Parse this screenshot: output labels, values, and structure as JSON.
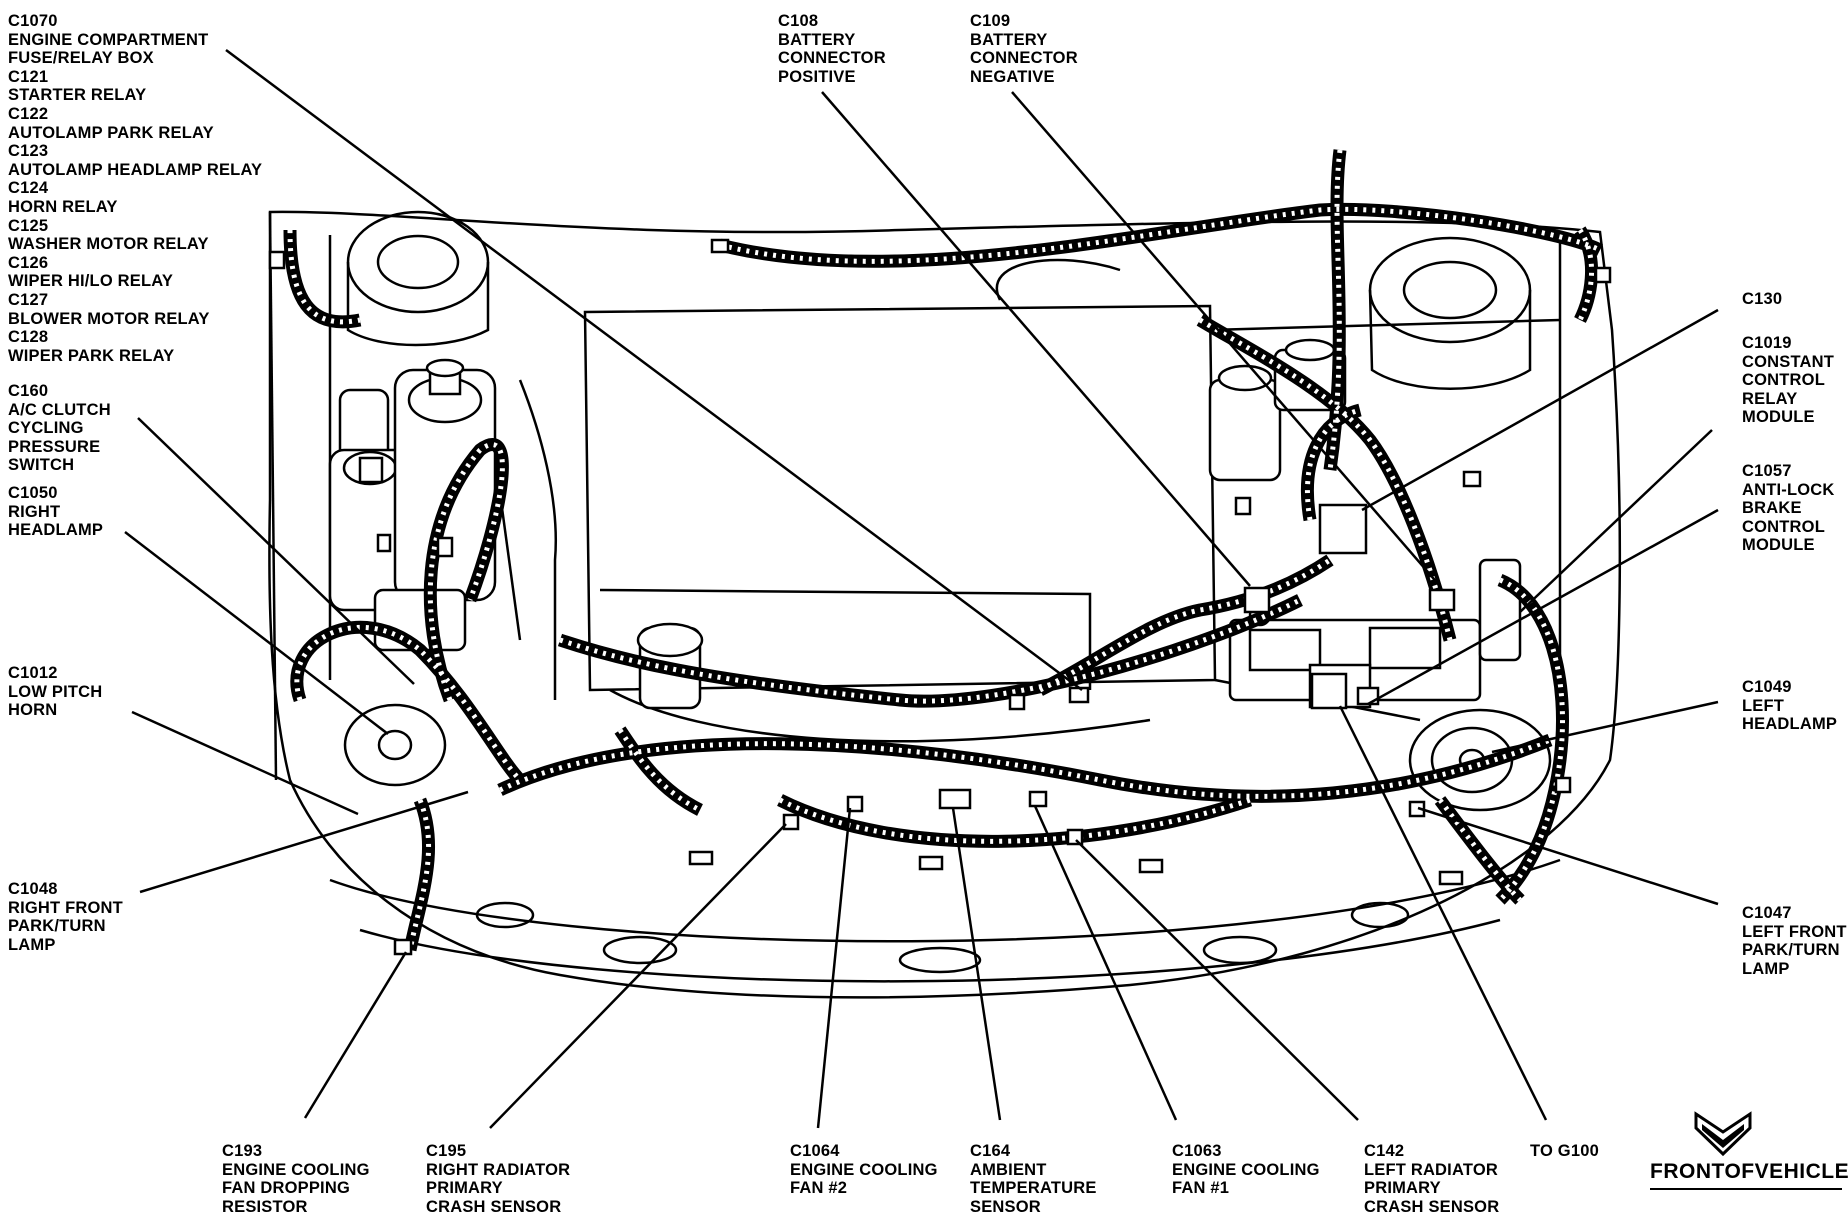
{
  "callouts": [
    {
      "id": "c1070",
      "lines": [
        "C1070",
        "ENGINE COMPARTMENT",
        "FUSE/RELAY BOX",
        "C121",
        "STARTER RELAY",
        "C122",
        "AUTOLAMP PARK RELAY",
        "C123",
        "AUTOLAMP HEADLAMP RELAY",
        "C124",
        "HORN RELAY",
        "C125",
        "WASHER MOTOR RELAY",
        "C126",
        "WIPER HI/LO RELAY",
        "C127",
        "BLOWER MOTOR RELAY",
        "C128",
        "WIPER PARK RELAY"
      ]
    },
    {
      "id": "c160",
      "lines": [
        "C160",
        "A/C CLUTCH",
        "CYCLING",
        "PRESSURE",
        "SWITCH"
      ]
    },
    {
      "id": "c1050",
      "lines": [
        "C1050",
        "RIGHT",
        "HEADLAMP"
      ]
    },
    {
      "id": "c1012",
      "lines": [
        "C1012",
        "LOW PITCH",
        "HORN"
      ]
    },
    {
      "id": "c1048",
      "lines": [
        "C1048",
        "RIGHT FRONT",
        "PARK/TURN",
        "LAMP"
      ]
    },
    {
      "id": "c108",
      "lines": [
        "C108",
        "BATTERY",
        "CONNECTOR",
        "POSITIVE"
      ]
    },
    {
      "id": "c109",
      "lines": [
        "C109",
        "BATTERY",
        "CONNECTOR",
        "NEGATIVE"
      ]
    },
    {
      "id": "c130",
      "lines": [
        "C130"
      ]
    },
    {
      "id": "c1019",
      "lines": [
        "C1019",
        "CONSTANT",
        "CONTROL",
        "RELAY",
        "MODULE"
      ]
    },
    {
      "id": "c1057",
      "lines": [
        "C1057",
        "ANTI-LOCK",
        "BRAKE",
        "CONTROL",
        "MODULE"
      ]
    },
    {
      "id": "c1049",
      "lines": [
        "C1049",
        "LEFT",
        "HEADLAMP"
      ]
    },
    {
      "id": "c1047",
      "lines": [
        "C1047",
        "LEFT FRONT",
        "PARK/TURN",
        "LAMP"
      ]
    },
    {
      "id": "c193",
      "lines": [
        "C193",
        "ENGINE COOLING",
        "FAN DROPPING",
        "RESISTOR"
      ]
    },
    {
      "id": "c195",
      "lines": [
        "C195",
        "RIGHT RADIATOR",
        "PRIMARY",
        "CRASH SENSOR"
      ]
    },
    {
      "id": "c1064",
      "lines": [
        "C1064",
        "ENGINE COOLING",
        "FAN #2"
      ]
    },
    {
      "id": "c164",
      "lines": [
        "C164",
        "AMBIENT",
        "TEMPERATURE",
        "SENSOR"
      ]
    },
    {
      "id": "c1063",
      "lines": [
        "C1063",
        "ENGINE COOLING",
        "FAN #1"
      ]
    },
    {
      "id": "c142",
      "lines": [
        "C142",
        "LEFT RADIATOR",
        "PRIMARY",
        "CRASH SENSOR"
      ]
    },
    {
      "id": "g100",
      "lines": [
        "TO G100"
      ]
    }
  ],
  "front_indicator": {
    "label": "FRONTOFVEHICLE",
    "icon": "front-arrow-icon"
  }
}
